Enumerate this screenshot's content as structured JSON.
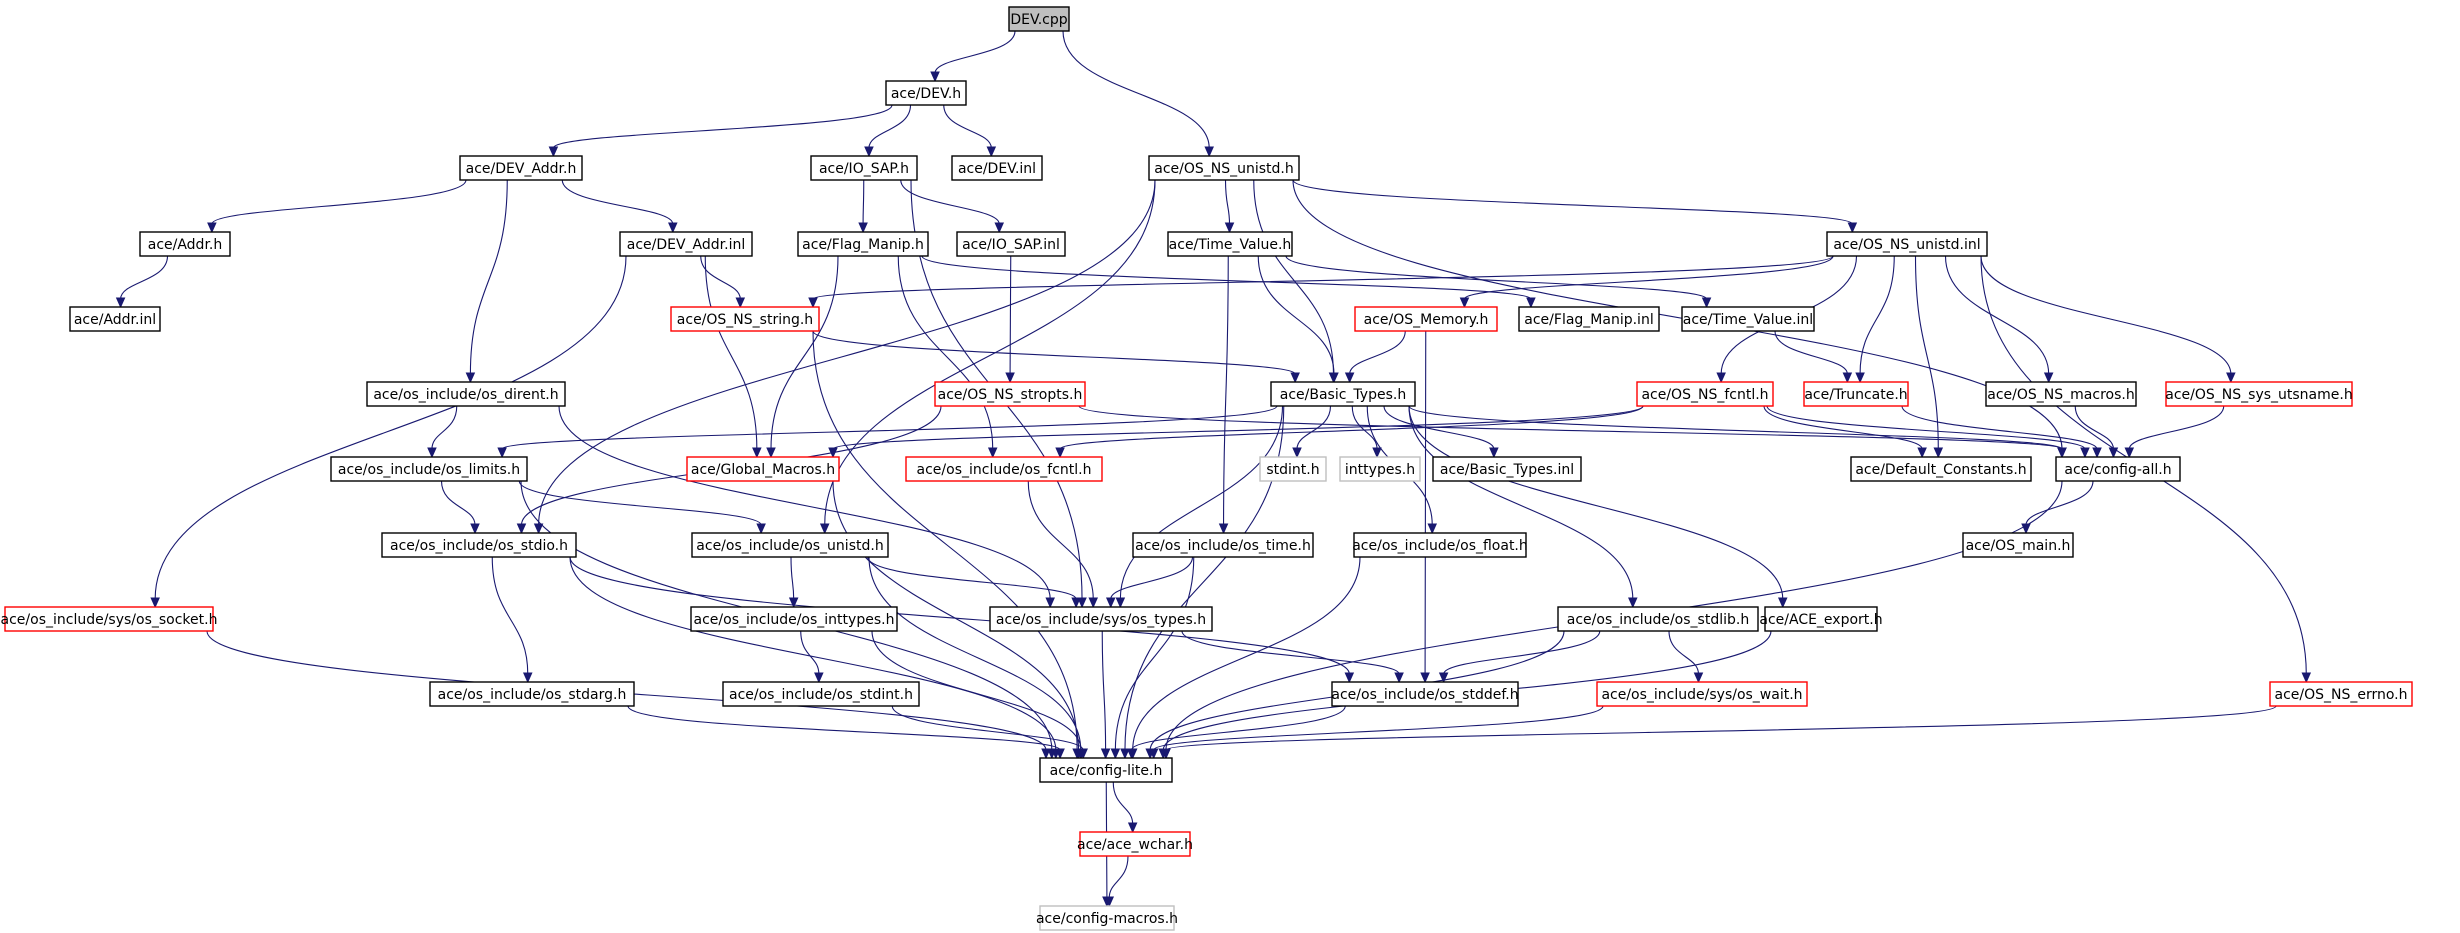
{
  "colors": {
    "edge": "#191970",
    "border_normal": "#000000",
    "border_truncated": "#ff0000",
    "border_missing": "#bfbfbf",
    "fill_root": "#bfbfbf",
    "fill_normal": "#ffffff"
  },
  "nodes": [
    {
      "id": "dev_cpp",
      "label": "DEV.cpp",
      "kind": "root"
    },
    {
      "id": "dev_h",
      "label": "ace/DEV.h",
      "kind": "normal"
    },
    {
      "id": "os_ns_unistd_h",
      "label": "ace/OS_NS_unistd.h",
      "kind": "normal"
    },
    {
      "id": "dev_addr_h",
      "label": "ace/DEV_Addr.h",
      "kind": "normal"
    },
    {
      "id": "io_sap_h",
      "label": "ace/IO_SAP.h",
      "kind": "normal"
    },
    {
      "id": "dev_inl",
      "label": "ace/DEV.inl",
      "kind": "normal"
    },
    {
      "id": "addr_h",
      "label": "ace/Addr.h",
      "kind": "normal"
    },
    {
      "id": "dev_addr_inl",
      "label": "ace/DEV_Addr.inl",
      "kind": "normal"
    },
    {
      "id": "flag_manip_h",
      "label": "ace/Flag_Manip.h",
      "kind": "normal"
    },
    {
      "id": "io_sap_inl",
      "label": "ace/IO_SAP.inl",
      "kind": "normal"
    },
    {
      "id": "time_value_h",
      "label": "ace/Time_Value.h",
      "kind": "normal"
    },
    {
      "id": "os_ns_unistd_inl",
      "label": "ace/OS_NS_unistd.inl",
      "kind": "normal"
    },
    {
      "id": "addr_inl",
      "label": "ace/Addr.inl",
      "kind": "normal"
    },
    {
      "id": "os_ns_string_h",
      "label": "ace/OS_NS_string.h",
      "kind": "truncated"
    },
    {
      "id": "os_memory_h",
      "label": "ace/OS_Memory.h",
      "kind": "truncated"
    },
    {
      "id": "flag_manip_inl",
      "label": "ace/Flag_Manip.inl",
      "kind": "normal"
    },
    {
      "id": "time_value_inl",
      "label": "ace/Time_Value.inl",
      "kind": "normal"
    },
    {
      "id": "os_dirent_h",
      "label": "ace/os_include/os_dirent.h",
      "kind": "normal"
    },
    {
      "id": "os_ns_stropts_h",
      "label": "ace/OS_NS_stropts.h",
      "kind": "truncated"
    },
    {
      "id": "basic_types_h",
      "label": "ace/Basic_Types.h",
      "kind": "normal"
    },
    {
      "id": "os_ns_fcntl_h",
      "label": "ace/OS_NS_fcntl.h",
      "kind": "truncated"
    },
    {
      "id": "truncate_h",
      "label": "ace/Truncate.h",
      "kind": "truncated"
    },
    {
      "id": "os_ns_macros_h",
      "label": "ace/OS_NS_macros.h",
      "kind": "normal"
    },
    {
      "id": "os_ns_sys_utsname_h",
      "label": "ace/OS_NS_sys_utsname.h",
      "kind": "truncated"
    },
    {
      "id": "os_limits_h",
      "label": "ace/os_include/os_limits.h",
      "kind": "normal"
    },
    {
      "id": "global_macros_h",
      "label": "ace/Global_Macros.h",
      "kind": "truncated"
    },
    {
      "id": "os_fcntl_h",
      "label": "ace/os_include/os_fcntl.h",
      "kind": "truncated"
    },
    {
      "id": "stdint_h",
      "label": "stdint.h",
      "kind": "missing"
    },
    {
      "id": "inttypes_h",
      "label": "inttypes.h",
      "kind": "missing"
    },
    {
      "id": "basic_types_inl",
      "label": "ace/Basic_Types.inl",
      "kind": "normal"
    },
    {
      "id": "default_constants_h",
      "label": "ace/Default_Constants.h",
      "kind": "normal"
    },
    {
      "id": "config_all_h",
      "label": "ace/config-all.h",
      "kind": "normal"
    },
    {
      "id": "os_stdio_h",
      "label": "ace/os_include/os_stdio.h",
      "kind": "normal"
    },
    {
      "id": "os_unistd_h",
      "label": "ace/os_include/os_unistd.h",
      "kind": "normal"
    },
    {
      "id": "os_time_h",
      "label": "ace/os_include/os_time.h",
      "kind": "normal"
    },
    {
      "id": "os_float_h",
      "label": "ace/os_include/os_float.h",
      "kind": "normal"
    },
    {
      "id": "os_main_h",
      "label": "ace/OS_main.h",
      "kind": "normal"
    },
    {
      "id": "sys_os_socket_h",
      "label": "ace/os_include/sys/os_socket.h",
      "kind": "truncated"
    },
    {
      "id": "os_inttypes_h",
      "label": "ace/os_include/os_inttypes.h",
      "kind": "normal"
    },
    {
      "id": "sys_os_types_h",
      "label": "ace/os_include/sys/os_types.h",
      "kind": "normal"
    },
    {
      "id": "os_stdlib_h",
      "label": "ace/os_include/os_stdlib.h",
      "kind": "normal"
    },
    {
      "id": "ace_export_h",
      "label": "ace/ACE_export.h",
      "kind": "normal"
    },
    {
      "id": "os_stdarg_h",
      "label": "ace/os_include/os_stdarg.h",
      "kind": "normal"
    },
    {
      "id": "os_stdint_h",
      "label": "ace/os_include/os_stdint.h",
      "kind": "normal"
    },
    {
      "id": "os_stddef_h",
      "label": "ace/os_include/os_stddef.h",
      "kind": "normal"
    },
    {
      "id": "sys_os_wait_h",
      "label": "ace/os_include/sys/os_wait.h",
      "kind": "truncated"
    },
    {
      "id": "os_ns_errno_h",
      "label": "ace/OS_NS_errno.h",
      "kind": "truncated"
    },
    {
      "id": "config_lite_h",
      "label": "ace/config-lite.h",
      "kind": "normal"
    },
    {
      "id": "ace_wchar_h",
      "label": "ace/ace_wchar.h",
      "kind": "truncated"
    },
    {
      "id": "config_macros_h",
      "label": "ace/config-macros.h",
      "kind": "missing"
    }
  ],
  "edges": [
    [
      "dev_cpp",
      "dev_h"
    ],
    [
      "dev_cpp",
      "os_ns_unistd_h"
    ],
    [
      "dev_h",
      "dev_addr_h"
    ],
    [
      "dev_h",
      "io_sap_h"
    ],
    [
      "dev_h",
      "dev_inl"
    ],
    [
      "dev_addr_h",
      "addr_h"
    ],
    [
      "dev_addr_h",
      "dev_addr_inl"
    ],
    [
      "dev_addr_h",
      "os_dirent_h"
    ],
    [
      "addr_h",
      "addr_inl"
    ],
    [
      "dev_addr_inl",
      "os_ns_string_h"
    ],
    [
      "dev_addr_inl",
      "global_macros_h"
    ],
    [
      "dev_addr_inl",
      "sys_os_socket_h"
    ],
    [
      "io_sap_h",
      "flag_manip_h"
    ],
    [
      "io_sap_h",
      "io_sap_inl"
    ],
    [
      "io_sap_h",
      "sys_os_types_h"
    ],
    [
      "flag_manip_h",
      "flag_manip_inl"
    ],
    [
      "flag_manip_h",
      "global_macros_h"
    ],
    [
      "flag_manip_h",
      "os_fcntl_h"
    ],
    [
      "io_sap_inl",
      "os_ns_stropts_h"
    ],
    [
      "os_ns_unistd_h",
      "time_value_h"
    ],
    [
      "os_ns_unistd_h",
      "os_ns_unistd_inl"
    ],
    [
      "os_ns_unistd_h",
      "basic_types_h"
    ],
    [
      "os_ns_unistd_h",
      "config_all_h"
    ],
    [
      "os_ns_unistd_h",
      "os_unistd_h"
    ],
    [
      "os_ns_unistd_h",
      "os_stdio_h"
    ],
    [
      "time_value_h",
      "time_value_inl"
    ],
    [
      "time_value_h",
      "basic_types_h"
    ],
    [
      "time_value_h",
      "os_time_h"
    ],
    [
      "os_ns_unistd_inl",
      "os_ns_string_h"
    ],
    [
      "os_ns_unistd_inl",
      "os_memory_h"
    ],
    [
      "os_ns_unistd_inl",
      "os_ns_fcntl_h"
    ],
    [
      "os_ns_unistd_inl",
      "truncate_h"
    ],
    [
      "os_ns_unistd_inl",
      "os_ns_macros_h"
    ],
    [
      "os_ns_unistd_inl",
      "os_ns_sys_utsname_h"
    ],
    [
      "os_ns_unistd_inl",
      "default_constants_h"
    ],
    [
      "os_ns_unistd_inl",
      "os_ns_errno_h"
    ],
    [
      "os_ns_string_h",
      "basic_types_h"
    ],
    [
      "os_ns_string_h",
      "config_lite_h"
    ],
    [
      "os_memory_h",
      "basic_types_h"
    ],
    [
      "os_memory_h",
      "os_stddef_h"
    ],
    [
      "time_value_inl",
      "truncate_h"
    ],
    [
      "os_dirent_h",
      "os_limits_h"
    ],
    [
      "os_dirent_h",
      "sys_os_types_h"
    ],
    [
      "os_ns_stropts_h",
      "os_stdio_h"
    ],
    [
      "os_ns_stropts_h",
      "config_all_h"
    ],
    [
      "basic_types_h",
      "stdint_h"
    ],
    [
      "basic_types_h",
      "inttypes_h"
    ],
    [
      "basic_types_h",
      "basic_types_inl"
    ],
    [
      "basic_types_h",
      "os_limits_h"
    ],
    [
      "basic_types_h",
      "config_all_h"
    ],
    [
      "basic_types_h",
      "sys_os_types_h"
    ],
    [
      "basic_types_h",
      "os_float_h"
    ],
    [
      "basic_types_h",
      "os_stdlib_h"
    ],
    [
      "basic_types_h",
      "ace_export_h"
    ],
    [
      "basic_types_h",
      "config_lite_h"
    ],
    [
      "os_ns_fcntl_h",
      "global_macros_h"
    ],
    [
      "os_ns_fcntl_h",
      "os_fcntl_h"
    ],
    [
      "os_ns_fcntl_h",
      "default_constants_h"
    ],
    [
      "os_ns_fcntl_h",
      "config_all_h"
    ],
    [
      "truncate_h",
      "config_all_h"
    ],
    [
      "os_ns_macros_h",
      "config_all_h"
    ],
    [
      "os_ns_sys_utsname_h",
      "config_all_h"
    ],
    [
      "os_limits_h",
      "os_stdio_h"
    ],
    [
      "os_limits_h",
      "os_unistd_h"
    ],
    [
      "os_limits_h",
      "config_lite_h"
    ],
    [
      "global_macros_h",
      "config_lite_h"
    ],
    [
      "os_fcntl_h",
      "sys_os_types_h"
    ],
    [
      "config_all_h",
      "os_main_h"
    ],
    [
      "config_all_h",
      "config_lite_h"
    ],
    [
      "os_stdio_h",
      "os_stdarg_h"
    ],
    [
      "os_stdio_h",
      "os_stddef_h"
    ],
    [
      "os_stdio_h",
      "config_lite_h"
    ],
    [
      "os_unistd_h",
      "os_inttypes_h"
    ],
    [
      "os_unistd_h",
      "sys_os_types_h"
    ],
    [
      "os_unistd_h",
      "config_lite_h"
    ],
    [
      "os_time_h",
      "sys_os_types_h"
    ],
    [
      "os_time_h",
      "config_lite_h"
    ],
    [
      "os_float_h",
      "config_lite_h"
    ],
    [
      "sys_os_socket_h",
      "config_lite_h"
    ],
    [
      "os_inttypes_h",
      "os_stdint_h"
    ],
    [
      "os_inttypes_h",
      "config_lite_h"
    ],
    [
      "sys_os_types_h",
      "os_stddef_h"
    ],
    [
      "sys_os_types_h",
      "config_lite_h"
    ],
    [
      "os_stdlib_h",
      "os_stddef_h"
    ],
    [
      "os_stdlib_h",
      "sys_os_wait_h"
    ],
    [
      "os_stdlib_h",
      "config_lite_h"
    ],
    [
      "ace_export_h",
      "config_lite_h"
    ],
    [
      "os_stdarg_h",
      "config_lite_h"
    ],
    [
      "os_stdint_h",
      "config_lite_h"
    ],
    [
      "os_stddef_h",
      "config_lite_h"
    ],
    [
      "sys_os_wait_h",
      "config_lite_h"
    ],
    [
      "os_ns_errno_h",
      "config_lite_h"
    ],
    [
      "config_lite_h",
      "ace_wchar_h"
    ],
    [
      "config_lite_h",
      "config_macros_h"
    ],
    [
      "ace_wchar_h",
      "config_macros_h"
    ]
  ]
}
